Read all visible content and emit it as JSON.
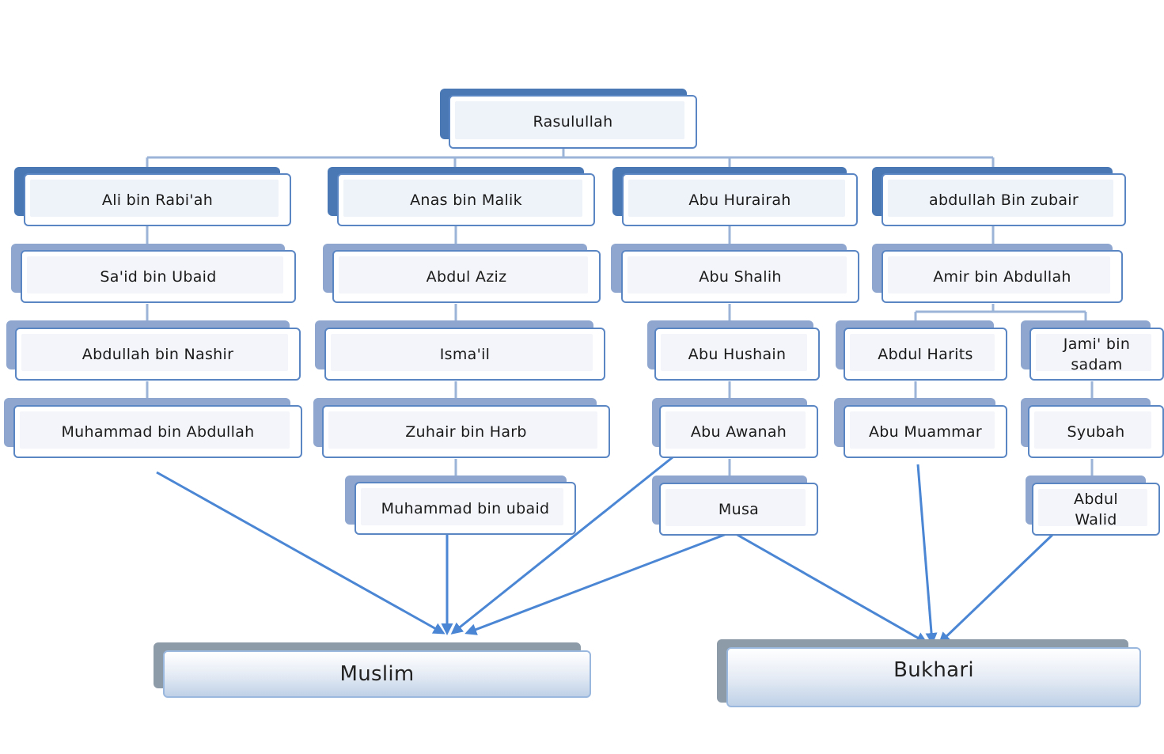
{
  "diagram": {
    "root": "Rasulullah",
    "chains": [
      {
        "nodes": [
          "Ali bin Rabi'ah",
          "Sa'id bin Ubaid",
          "Abdullah bin Nashir",
          "Muhammad bin Abdullah"
        ]
      },
      {
        "nodes": [
          "Anas bin Malik",
          "Abdul Aziz",
          "Isma'il",
          "Zuhair bin Harb",
          "Muhammad bin ubaid"
        ]
      },
      {
        "nodes": [
          "Abu Hurairah",
          "Abu Shalih",
          "Abu Hushain",
          "Abu Awanah",
          "Musa"
        ]
      },
      {
        "nodes": [
          "abdullah Bin zubair",
          "Amir bin Abdullah"
        ],
        "branches": [
          {
            "nodes": [
              "Abdul Harits",
              "Abu Muammar"
            ]
          },
          {
            "nodes": [
              "Jami' bin sadam",
              "Syubah",
              "Abdul Walid"
            ]
          }
        ]
      }
    ],
    "collectors": [
      "Muslim",
      "Bukhari"
    ],
    "edges_to_collectors": [
      {
        "from": "Muhammad bin Abdullah",
        "to": "Muslim"
      },
      {
        "from": "Muhammad bin ubaid",
        "to": "Muslim"
      },
      {
        "from": "Abu Awanah",
        "to": "Muslim"
      },
      {
        "from": "Musa",
        "to": "Muslim"
      },
      {
        "from": "Musa",
        "to": "Bukhari"
      },
      {
        "from": "Abu Muammar",
        "to": "Bukhari"
      },
      {
        "from": "Abdul Walid",
        "to": "Bukhari"
      }
    ],
    "colors": {
      "connector": "#9bb4d8",
      "arrow": "#4a86d4",
      "level1_shadow": "#4a78b5",
      "level2_shadow": "#8fa7cf",
      "border": "#5b86c4"
    }
  }
}
